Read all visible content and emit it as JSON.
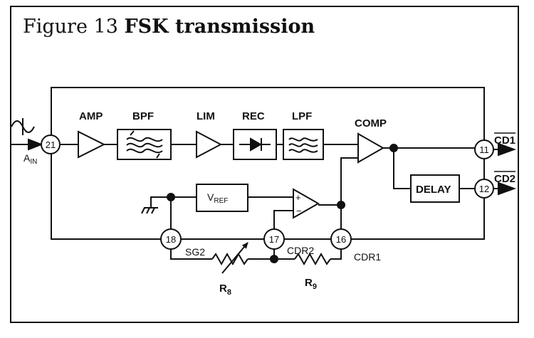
{
  "figure": {
    "number": "Figure 13",
    "title": "FSK transmission"
  },
  "blocks": {
    "amp": "AMP",
    "bpf": "BPF",
    "lim": "LIM",
    "rec": "REC",
    "lpf": "LPF",
    "comp": "COMP",
    "delay": "DELAY",
    "vref_main": "V",
    "vref_sub": "REF"
  },
  "pins": {
    "p21": "21",
    "p11": "11",
    "p12": "12",
    "p18": "18",
    "p17": "17",
    "p16": "16"
  },
  "signals": {
    "ain_main": "A",
    "ain_sub": "IN",
    "cd1": "CD1",
    "cd2": "CD2",
    "sg2": "SG2",
    "cdr2": "CDR2",
    "cdr1": "CDR1",
    "r8_main": "R",
    "r8_sub": "8",
    "r9_main": "R",
    "r9_sub": "9"
  },
  "opamp_signs": {
    "plus": "+",
    "minus": "−"
  }
}
